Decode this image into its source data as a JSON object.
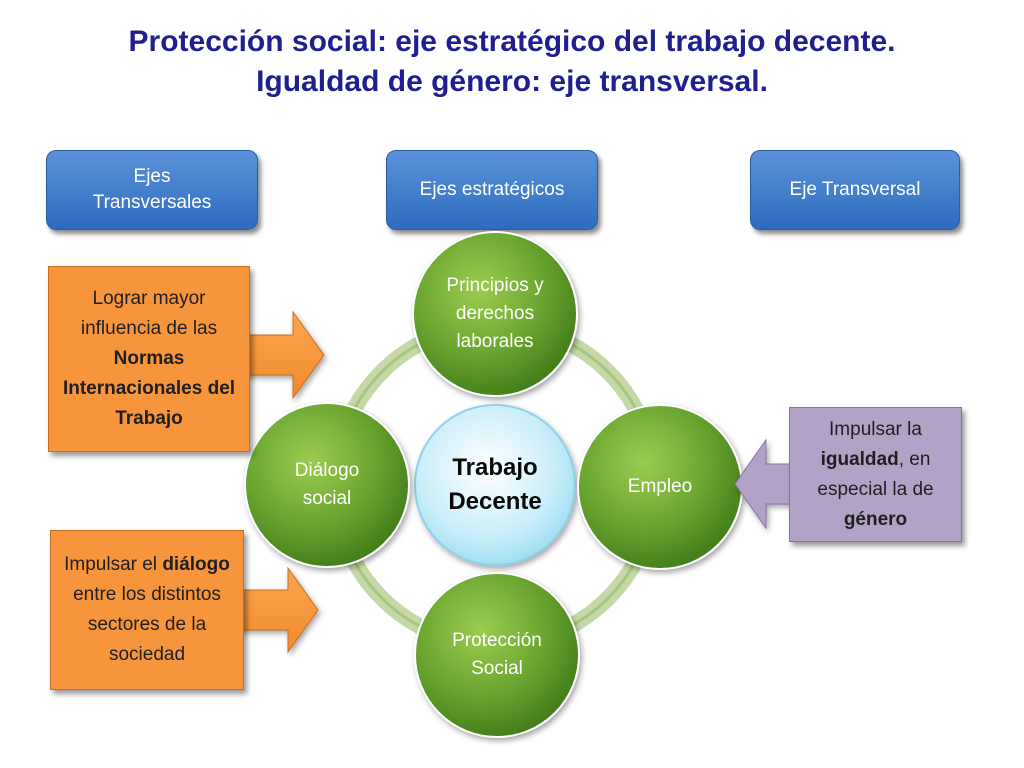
{
  "title": {
    "line1": "Protección social: eje estratégico del trabajo decente.",
    "line2": "Igualdad de género: eje transversal."
  },
  "headers": {
    "transversales": "Ejes Transversales",
    "estrategicos": "Ejes estratégicos",
    "transversal": "Eje Transversal"
  },
  "center": {
    "line1": "Trabajo",
    "line2": "Decente"
  },
  "nodes": {
    "principios": "Principios y derechos laborales",
    "empleo": "Empleo",
    "proteccion": "Protección Social",
    "dialogo": "Diálogo social"
  },
  "box_normas": {
    "pre": "Lograr mayor influencia de las",
    "bold": "Normas Internacionales del Trabajo"
  },
  "box_dialogo": {
    "pre": "Impulsar el",
    "bold": "diálogo",
    "post": "entre los distintos sectores de la sociedad"
  },
  "box_igualdad": {
    "pre": "Impulsar la",
    "bold1": "igualdad",
    "mid": ", en especial la de",
    "bold2": "género"
  },
  "colors": {
    "title": "#1f1f8f",
    "blue_box": "#3a78c8",
    "orange": "#f7953d",
    "lilac": "#b3a2c8",
    "green_node": "#6aa630",
    "center_fill": "#aee3f5"
  }
}
